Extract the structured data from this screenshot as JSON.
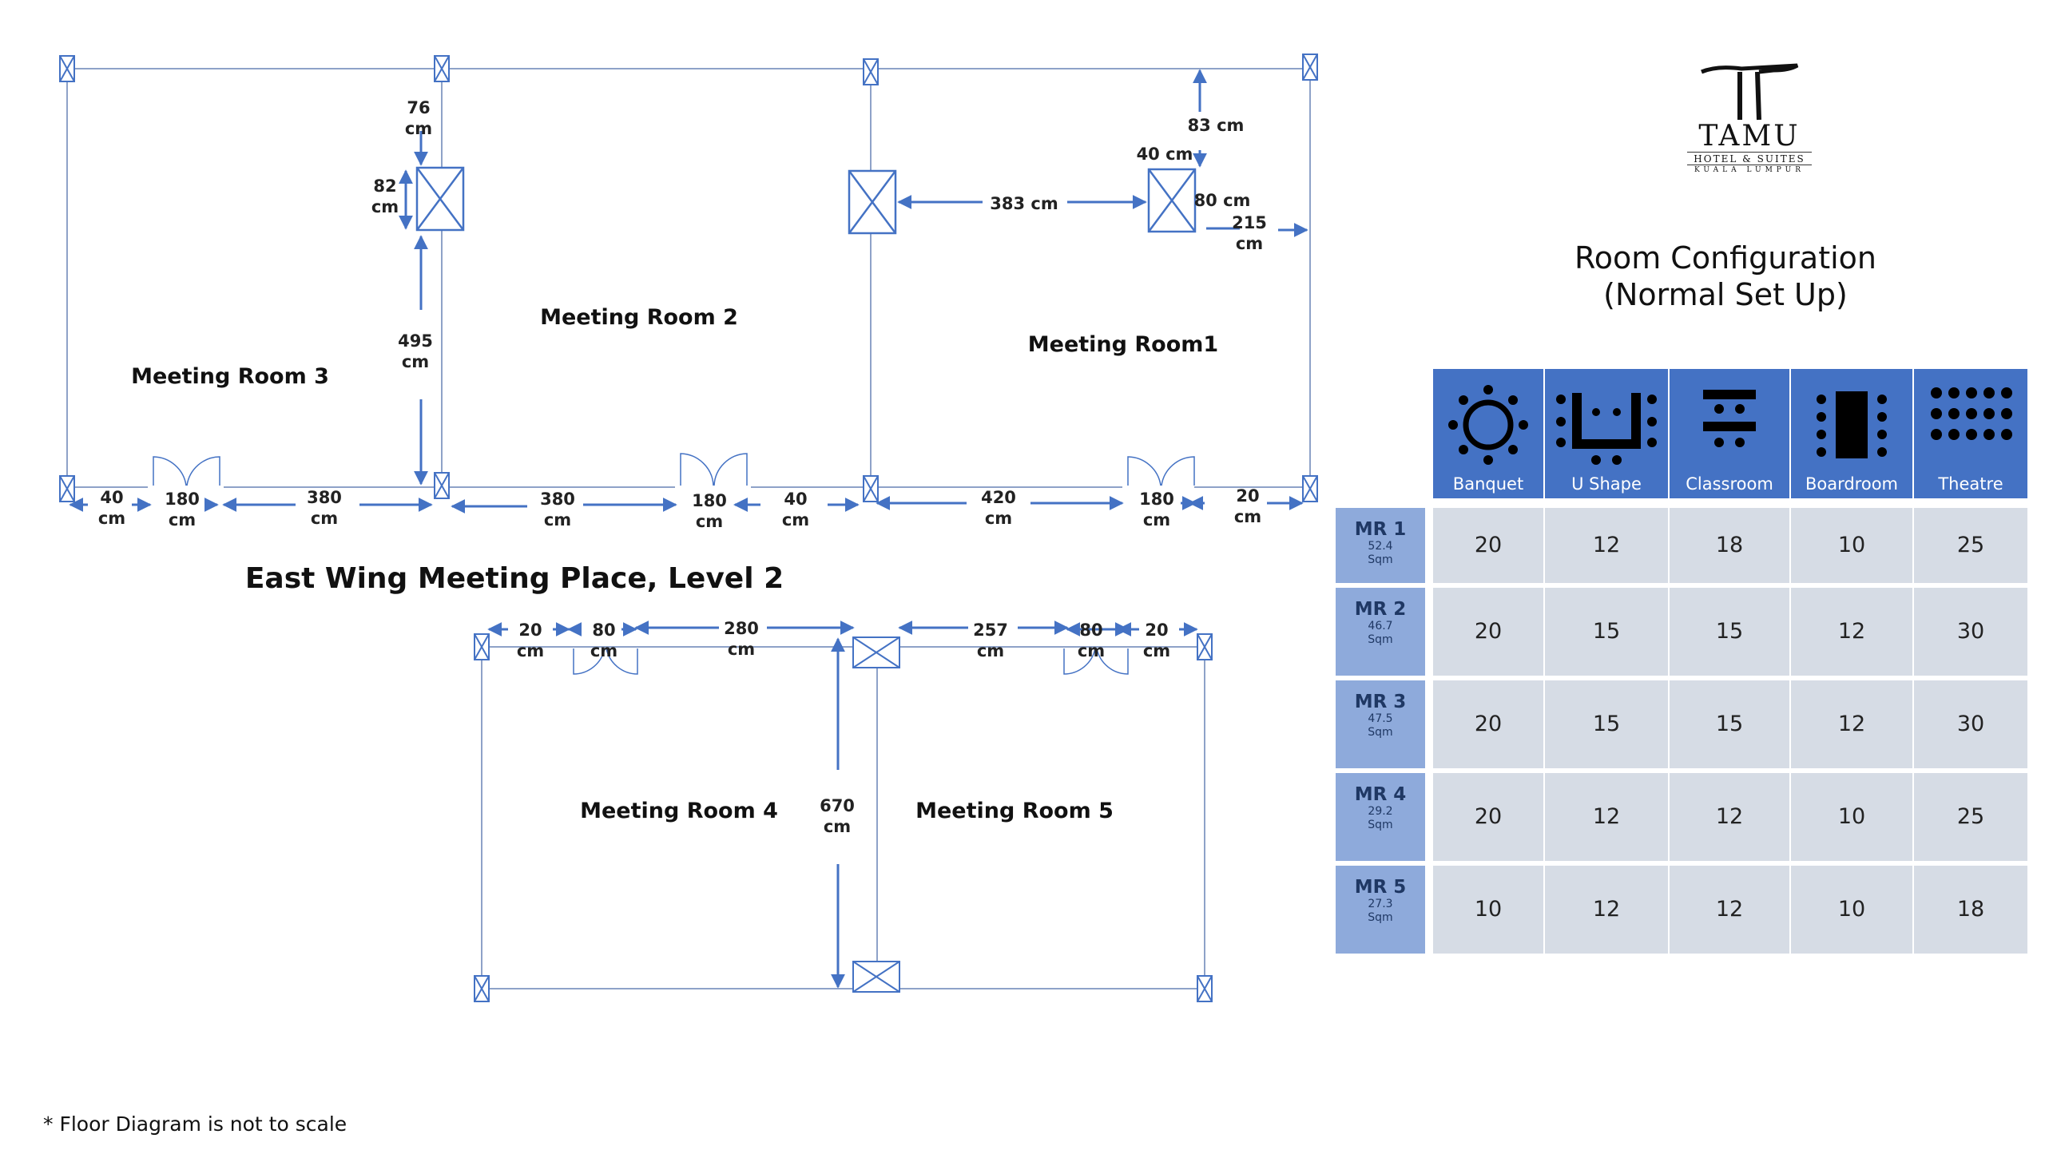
{
  "floor_plan": {
    "title": "East Wing Meeting Place, Level 2",
    "note": "* Floor Diagram is not to scale",
    "rooms": [
      {
        "id": "mr3",
        "label": "Meeting Room 3"
      },
      {
        "id": "mr2",
        "label": "Meeting Room 2"
      },
      {
        "id": "mr1",
        "label": "Meeting Room1"
      },
      {
        "id": "mr4",
        "label": "Meeting Room 4"
      },
      {
        "id": "mr5",
        "label": "Meeting Room 5"
      }
    ],
    "upper_dimensions": [
      [
        "76",
        "cm"
      ],
      [
        "82",
        "cm"
      ],
      [
        "495",
        "cm"
      ],
      [
        "383 cm"
      ],
      [
        "83 cm"
      ],
      [
        "40 cm"
      ],
      [
        "80 cm"
      ],
      [
        "215",
        "cm"
      ],
      [
        "40",
        "cm"
      ],
      [
        "180",
        "cm"
      ],
      [
        "380",
        "cm"
      ],
      [
        "380",
        "cm"
      ],
      [
        "180",
        "cm"
      ],
      [
        "40",
        "cm"
      ],
      [
        "420",
        "cm"
      ],
      [
        "180",
        "cm"
      ],
      [
        "20",
        "cm"
      ]
    ],
    "lower_dimensions": [
      [
        "20",
        "cm"
      ],
      [
        "80",
        "cm"
      ],
      [
        "280",
        "cm"
      ],
      [
        "257",
        "cm"
      ],
      [
        "80",
        "cm"
      ],
      [
        "20",
        "cm"
      ],
      [
        "670",
        "cm"
      ]
    ]
  },
  "logo": {
    "name": "TAMU",
    "sub": "HOTEL & SUITES",
    "location": "KUALA LUMPUR"
  },
  "configuration": {
    "title_line1": "Room Configuration",
    "title_line2": "(Normal Set Up)",
    "header_color": "#4472c4",
    "label_color": "#8eaadb",
    "cell_color": "#d6dce5",
    "columns": [
      {
        "label": "Banquet",
        "icon": "banquet-icon"
      },
      {
        "label": "U Shape",
        "icon": "u-shape-icon"
      },
      {
        "label": "Classroom",
        "icon": "classroom-icon"
      },
      {
        "label": "Boardroom",
        "icon": "boardroom-icon"
      },
      {
        "label": "Theatre",
        "icon": "theatre-icon"
      }
    ],
    "rows": [
      {
        "room": "MR 1",
        "area": "52.4",
        "unit": "Sqm",
        "values": [
          "20",
          "12",
          "18",
          "10",
          "25"
        ]
      },
      {
        "room": "MR 2",
        "area": "46.7",
        "unit": "Sqm",
        "values": [
          "20",
          "15",
          "15",
          "12",
          "30"
        ]
      },
      {
        "room": "MR 3",
        "area": "47.5",
        "unit": "Sqm",
        "values": [
          "20",
          "15",
          "15",
          "12",
          "30"
        ]
      },
      {
        "room": "MR 4",
        "area": "29.2",
        "unit": "Sqm",
        "values": [
          "20",
          "12",
          "12",
          "10",
          "25"
        ]
      },
      {
        "room": "MR 5",
        "area": "27.3",
        "unit": "Sqm",
        "values": [
          "10",
          "12",
          "12",
          "10",
          "18"
        ]
      }
    ]
  }
}
